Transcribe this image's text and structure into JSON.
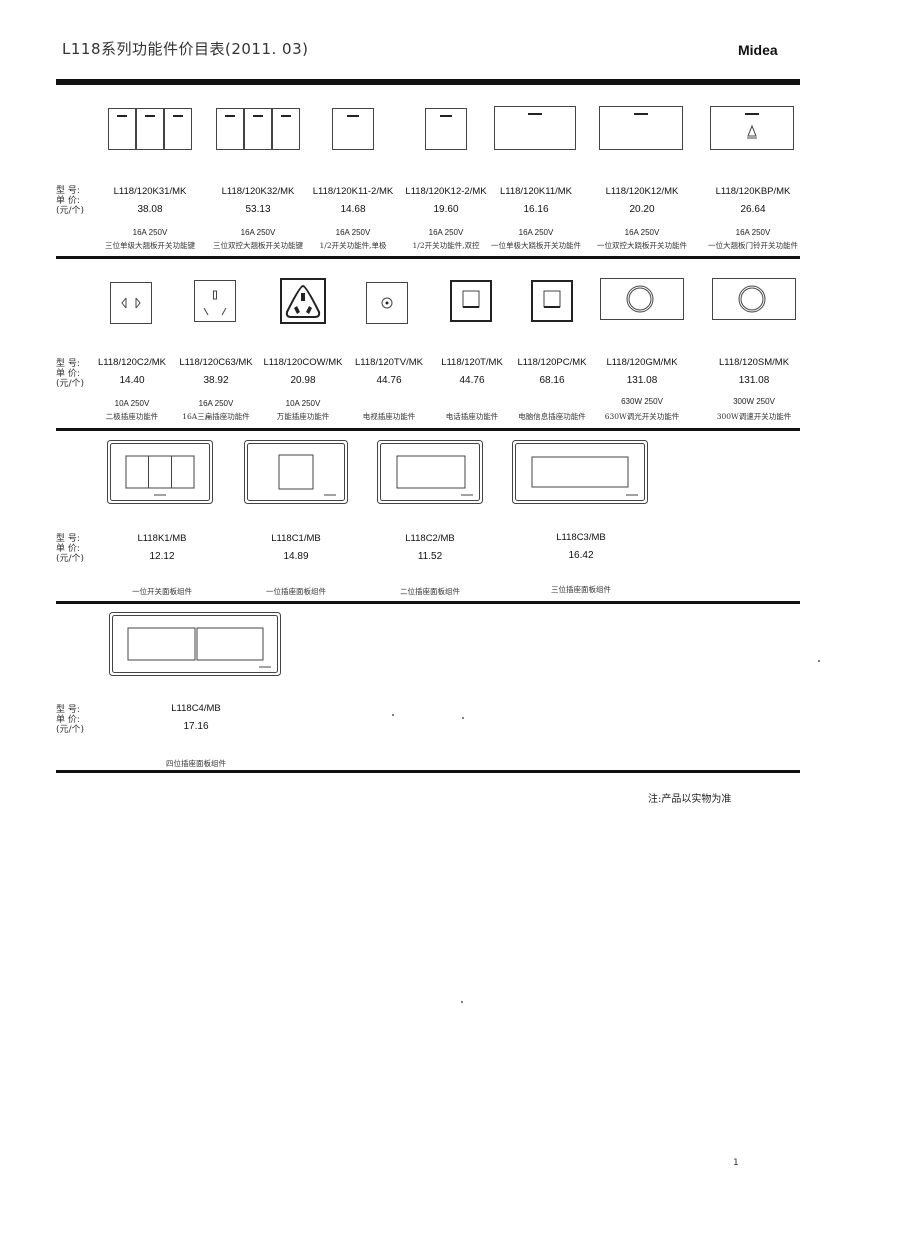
{
  "header": {
    "title": "L118系列功能件价目表(2011. 03)",
    "brand": "Midea"
  },
  "labels": {
    "model": "型 号:",
    "price": "单 价:",
    "unit": "(元/个)"
  },
  "rows": [
    {
      "items": [
        {
          "model": "L118/120K31/MK",
          "price": "38.08",
          "rating": "16A  250V",
          "desc": "三位单级大翘板开关功能键"
        },
        {
          "model": "L118/120K32/MK",
          "price": "53.13",
          "rating": "16A  250V",
          "desc": "三位双控大翘板开关功能键"
        },
        {
          "model": "L118/120K11-2/MK",
          "price": "14.68",
          "rating": "16A  250V",
          "desc": "1/2开关功能件,单极"
        },
        {
          "model": "L118/120K12-2/MK",
          "price": "19.60",
          "rating": "16A  250V",
          "desc": "1/2开关功能件,双控"
        },
        {
          "model": "L118/120K11/MK",
          "price": "16.16",
          "rating": "16A  250V",
          "desc": "一位单极大跷板开关功能件"
        },
        {
          "model": "L118/120K12/MK",
          "price": "20.20",
          "rating": "16A  250V",
          "desc": "一位双控大跷板开关功能件"
        },
        {
          "model": "L118/120KBP/MK",
          "price": "26.64",
          "rating": "16A  250V",
          "desc": "一位大翘板门铃开关功能件"
        }
      ]
    },
    {
      "items": [
        {
          "model": "L118/120C2/MK",
          "price": "14.40",
          "rating": "10A  250V",
          "desc": "二极插座功能件"
        },
        {
          "model": "L118/120C63/MK",
          "price": "38.92",
          "rating": "16A  250V",
          "desc": "16A三扁插座功能件"
        },
        {
          "model": "L118/120COW/MK",
          "price": "20.98",
          "rating": "10A  250V",
          "desc": "万能插座功能件"
        },
        {
          "model": "L118/120TV/MK",
          "price": "44.76",
          "rating": "",
          "desc": "电视插座功能件"
        },
        {
          "model": "L118/120T/MK",
          "price": "44.76",
          "rating": "",
          "desc": "电话插座功能件"
        },
        {
          "model": "L118/120PC/MK",
          "price": "68.16",
          "rating": "",
          "desc": "电脑信息插座功能件"
        },
        {
          "model": "L118/120GM/MK",
          "price": "131.08",
          "rating": "630W  250V",
          "desc": "630W调光开关功能件"
        },
        {
          "model": "L118/120SM/MK",
          "price": "131.08",
          "rating": "300W  250V",
          "desc": "300W调速开关功能件"
        }
      ]
    },
    {
      "items": [
        {
          "model": "L118K1/MB",
          "price": "12.12",
          "desc": "一位开关面板组件"
        },
        {
          "model": "L118C1/MB",
          "price": "14.89",
          "desc": "一位插座面板组件"
        },
        {
          "model": "L118C2/MB",
          "price": "11.52",
          "desc": "二位插座面板组件"
        },
        {
          "model": "L118C3/MB",
          "price": "16.42",
          "desc": "三位插座面板组件"
        }
      ]
    },
    {
      "items": [
        {
          "model": "L118C4/MB",
          "price": "17.16",
          "desc": "四位插座面板组件"
        }
      ]
    }
  ],
  "footer": {
    "note": "注:产品以实物为准",
    "page": "1"
  }
}
